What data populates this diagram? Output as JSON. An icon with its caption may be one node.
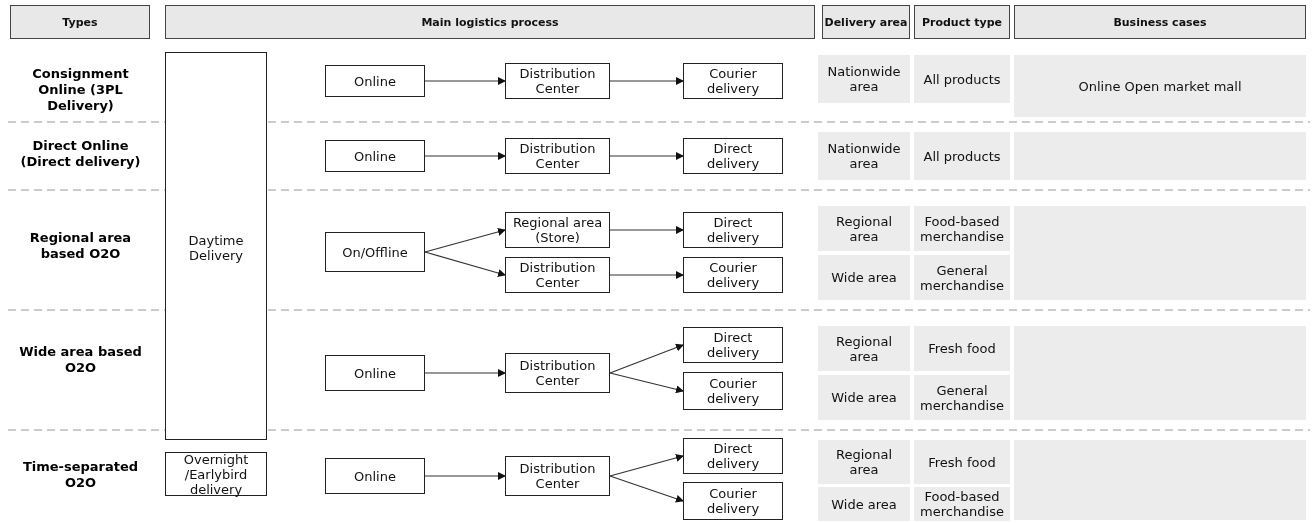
{
  "diagram": {
    "nodes": [
      {
        "text": [
          "Types"
        ]
      },
      {
        "text": [
          "Main logistics process"
        ]
      },
      {
        "text": [
          "Delivery area"
        ]
      },
      {
        "text": [
          "Product type"
        ]
      },
      {
        "text": [
          "Business cases"
        ]
      },
      {
        "text": [
          "Daytime Delivery"
        ]
      },
      {
        "text": [
          "Online"
        ]
      },
      {
        "text": [
          "Distribution Center"
        ]
      },
      {
        "text": [
          "Courier delivery"
        ]
      },
      {
        "text": [
          "Nationwide area"
        ]
      },
      {
        "text": [
          "All products"
        ]
      },
      {
        "text": [
          "Online Open market mall"
        ]
      },
      {
        "text": [
          "Online"
        ]
      },
      {
        "text": [
          "Distribution Center"
        ]
      },
      {
        "text": [
          "Direct delivery"
        ]
      },
      {
        "text": [
          "Nationwide area"
        ]
      },
      {
        "text": [
          "All products"
        ]
      },
      {
        "text": [],
        "shape": "box"
      },
      {
        "text": [
          "On/Offline"
        ]
      },
      {
        "text": [
          "Regional area (Store)"
        ]
      },
      {
        "text": [
          "Distribution Center"
        ]
      },
      {
        "text": [
          "Direct delivery"
        ]
      },
      {
        "text": [
          "Courier delivery"
        ]
      },
      {
        "text": [
          "Regional area"
        ]
      },
      {
        "text": [
          "Food-based merchandise"
        ]
      },
      {
        "text": [
          "Wide area"
        ]
      },
      {
        "text": [
          "General merchandise"
        ]
      },
      {
        "text": [],
        "shape": "box"
      },
      {
        "text": [
          "Online"
        ]
      },
      {
        "text": [
          "Distribution Center"
        ]
      },
      {
        "text": [
          "Direct delivery"
        ]
      },
      {
        "text": [
          "Courier delivery"
        ]
      },
      {
        "text": [
          "Regional area"
        ]
      },
      {
        "text": [
          "Fresh food"
        ]
      },
      {
        "text": [
          "Wide area"
        ]
      },
      {
        "text": [
          "General merchandise"
        ]
      },
      {
        "text": [],
        "shape": "box"
      },
      {
        "text": [
          "Overnight /Earlybird delivery"
        ]
      },
      {
        "text": [
          "Online"
        ]
      },
      {
        "text": [
          "Distribution Center"
        ]
      },
      {
        "text": [
          "Direct delivery"
        ]
      },
      {
        "text": [
          "Courier delivery"
        ]
      },
      {
        "text": [
          "Regional area"
        ]
      },
      {
        "text": [
          "Fresh food"
        ]
      },
      {
        "text": [
          "Wide area"
        ]
      },
      {
        "text": [
          "Food-based merchandise"
        ]
      },
      {
        "text": [],
        "shape": "box"
      }
    ],
    "edges": [
      {
        "from": 6,
        "to": 7,
        "arrow": "to"
      },
      {
        "from": 7,
        "to": 8,
        "arrow": "to"
      },
      {
        "from": 12,
        "to": 13,
        "arrow": "to"
      },
      {
        "from": 13,
        "to": 14,
        "arrow": "to"
      },
      {
        "from": 18,
        "to": 19,
        "arrow": "to"
      },
      {
        "from": 18,
        "to": 20,
        "arrow": "to"
      },
      {
        "from": 19,
        "to": 21,
        "arrow": "to"
      },
      {
        "from": 20,
        "to": 22,
        "arrow": "to"
      },
      {
        "from": 28,
        "to": 29,
        "arrow": "to"
      },
      {
        "from": 29,
        "to": 30,
        "arrow": "to"
      },
      {
        "from": 29,
        "to": 31,
        "arrow": "to"
      },
      {
        "from": 38,
        "to": 39,
        "arrow": "to"
      },
      {
        "from": 39,
        "to": 40,
        "arrow": "to"
      },
      {
        "from": 39,
        "to": 41,
        "arrow": "to"
      }
    ],
    "labels": [
      "Consignment Online (3PL Delivery)",
      "Direct Online (Direct delivery)",
      "Regional area based O2O",
      "Wide area based O2O",
      "Time-separated O2O"
    ]
  }
}
